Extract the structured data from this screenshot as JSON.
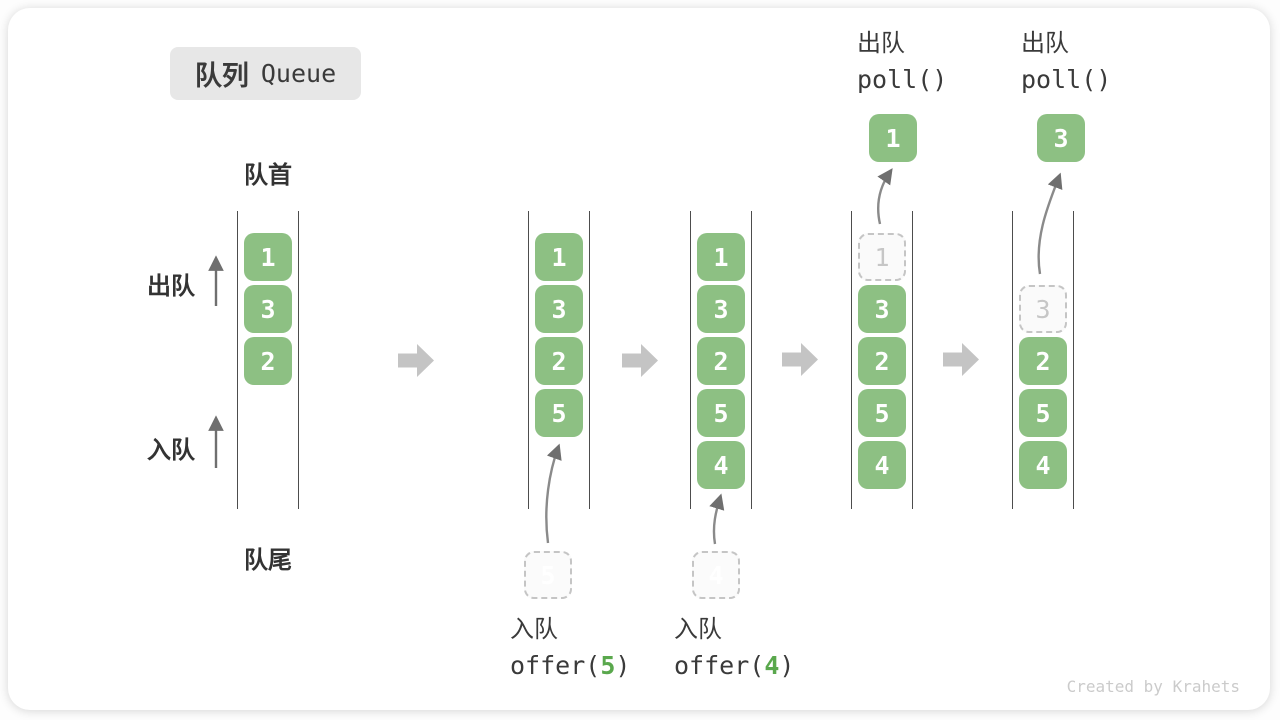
{
  "title": {
    "zh": "队列",
    "en": "Queue"
  },
  "labels": {
    "front": "队首",
    "rear": "队尾",
    "dequeue_side": "出队",
    "enqueue_side": "入队"
  },
  "columns": [
    {
      "boxes": [
        "1",
        "3",
        "2"
      ]
    },
    {
      "boxes": [
        "1",
        "3",
        "2",
        "5"
      ],
      "pending": "5",
      "op": {
        "zh": "入队",
        "code_pre": "offer(",
        "arg": "5",
        "code_post": ")"
      }
    },
    {
      "boxes": [
        "1",
        "3",
        "2",
        "5",
        "4"
      ],
      "pending": "4",
      "op": {
        "zh": "入队",
        "code_pre": "offer(",
        "arg": "4",
        "code_post": ")"
      }
    },
    {
      "ghost": "1",
      "boxes": [
        "3",
        "2",
        "5",
        "4"
      ],
      "polled": "1",
      "op": {
        "zh": "出队",
        "code": "poll()"
      }
    },
    {
      "ghost": "3",
      "boxes": [
        "2",
        "5",
        "4"
      ],
      "polled": "3",
      "op": {
        "zh": "出队",
        "code": "poll()"
      }
    }
  ],
  "watermark": "Created by Krahets",
  "colors": {
    "box_green": "#8dc083",
    "code_green": "#5aa84d",
    "ghost_border": "#c5c5c5",
    "block_arrow_gray": "#c4c4c4",
    "thin_arrow_gray": "#8a8a8a",
    "text_dark": "#3a3a3a",
    "badge_bg": "#e7e7e7"
  }
}
